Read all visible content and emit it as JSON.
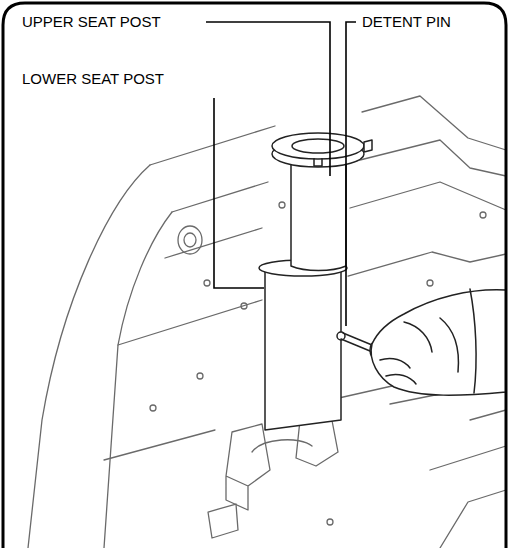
{
  "diagram": {
    "labels": [
      "UPPER SEAT POST",
      "LOWER SEAT POST",
      "DETENT PIN"
    ]
  }
}
